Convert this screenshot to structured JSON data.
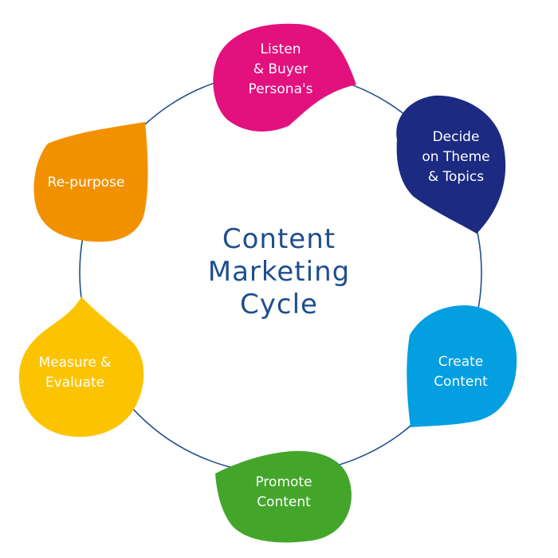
{
  "title": {
    "lines": [
      "Content",
      "Marketing",
      "Cycle"
    ],
    "color": "#1f4e8c"
  },
  "ring_color": "#1f4e8c",
  "steps": [
    {
      "lines": [
        "Listen",
        "& Buyer",
        "Persona's"
      ],
      "color": "#e2117e"
    },
    {
      "lines": [
        "Decide",
        "on Theme",
        "& Topics"
      ],
      "color": "#1c2a82"
    },
    {
      "lines": [
        "Create",
        "Content"
      ],
      "color": "#039fe0"
    },
    {
      "lines": [
        "Promote",
        "Content"
      ],
      "color": "#43a62b"
    },
    {
      "lines": [
        "Measure &",
        "Evaluate"
      ],
      "color": "#fcc400"
    },
    {
      "lines": [
        "Re-purpose"
      ],
      "color": "#f29100"
    }
  ]
}
